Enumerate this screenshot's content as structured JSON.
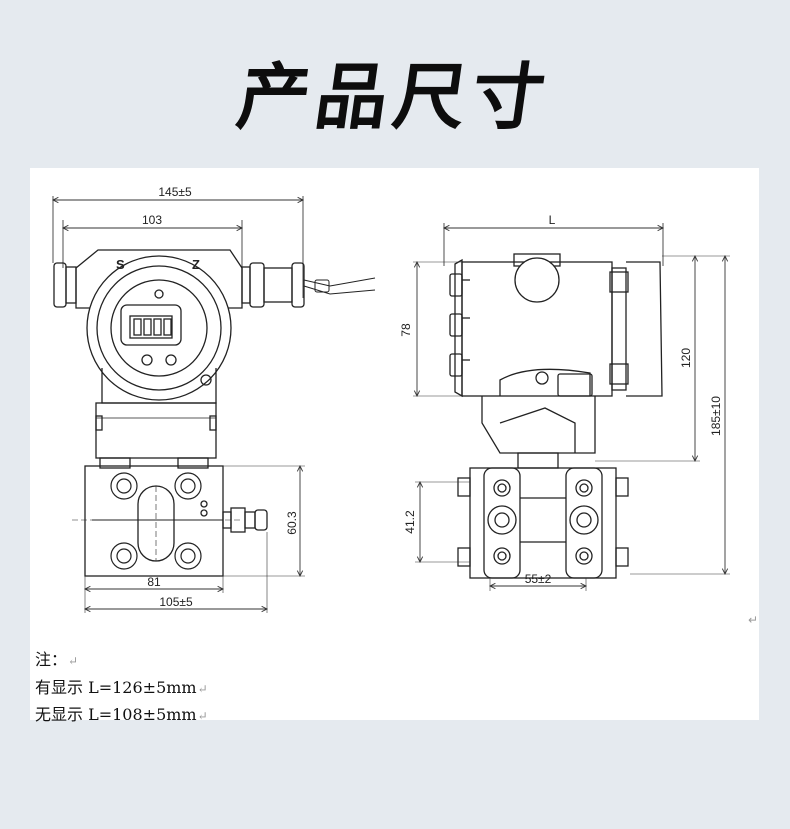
{
  "title": "产品尺寸",
  "dimensions": {
    "overall_width": "145±5",
    "housing_width": "103",
    "flange_height": "60.3",
    "flange_inner": "81",
    "flange_outer": "105±5",
    "length": "L",
    "housing_height": "78",
    "body_height": "120",
    "total_height": "185±10",
    "port_spacing_v": "41.2",
    "port_spacing_h": "55±2",
    "label_s": "S",
    "label_z": "Z"
  },
  "notes": {
    "heading": "注：",
    "with_display": "有显示 L=126±5mm",
    "without_display": "无显示 L=108±5mm",
    "return_mark": "↵"
  }
}
